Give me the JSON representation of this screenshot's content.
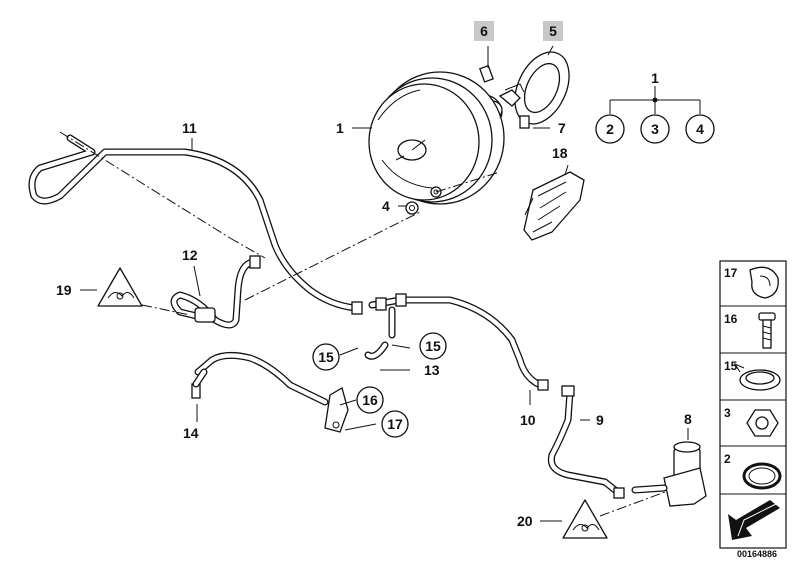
{
  "diagram": {
    "drawing_number": "00164886",
    "callouts": {
      "c1": "1",
      "c4": "4",
      "c5": "5",
      "c6": "6",
      "c7": "7",
      "c8": "8",
      "c9": "9",
      "c10": "10",
      "c11": "11",
      "c12": "12",
      "c13": "13",
      "c14": "14",
      "c18": "18",
      "c19": "19",
      "c20": "20"
    },
    "circled": {
      "c15a": "15",
      "c15b": "15",
      "c16": "16",
      "c17": "17",
      "set_1": "1",
      "set_2": "2",
      "set_3": "3",
      "set_4": "4"
    },
    "side_panel": [
      "17",
      "16",
      "15",
      "3",
      "2"
    ],
    "icons": [
      "warning-triangle-icon",
      "hose-clip-icon",
      "bolt-icon",
      "hose-clamp-icon",
      "hex-nut-icon",
      "o-ring-icon",
      "arrow-icon"
    ],
    "colors": {
      "ink": "#111111",
      "highlight_box": "#c8c8c8",
      "background": "#ffffff"
    }
  }
}
